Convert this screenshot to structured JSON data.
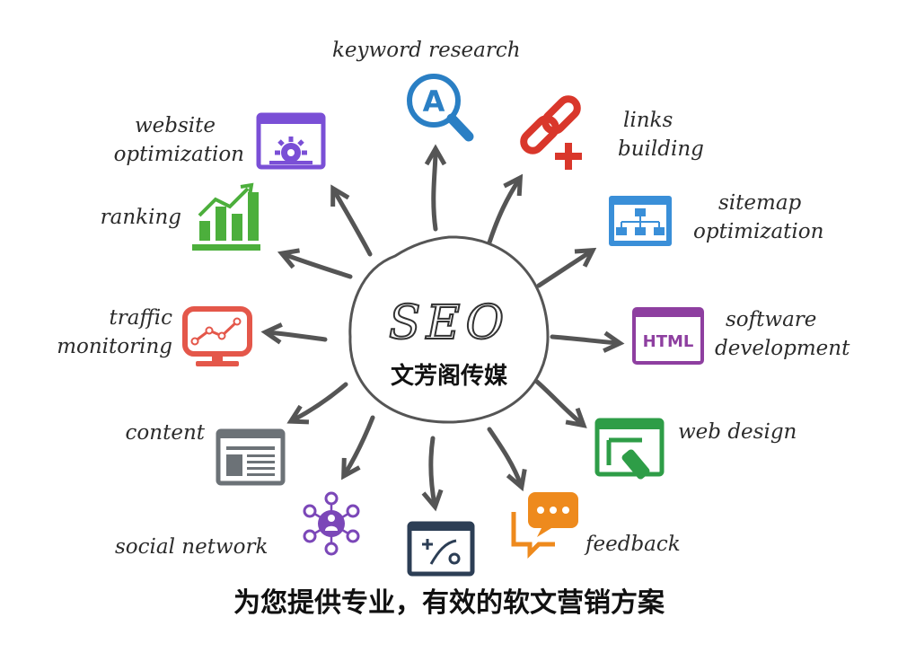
{
  "center": {
    "logo_text": "SEO",
    "brand": "文芳阁传媒"
  },
  "tagline": "为您提供专业，有效的软文营销方案",
  "nodes": {
    "keyword_research": {
      "line1": "keyword research",
      "icon": "magnifier-a-icon",
      "color": "#2a7fc4"
    },
    "links_building": {
      "line1": "links",
      "line2": "building",
      "icon": "chain-link-plus-icon",
      "color": "#d9372b"
    },
    "sitemap_optimization": {
      "line1": "sitemap",
      "line2": "optimization",
      "icon": "sitemap-icon",
      "color": "#3a8fd8"
    },
    "software_development": {
      "line1": "software",
      "line2": "development",
      "icon": "html-icon",
      "icon_text": "HTML",
      "color": "#8e3fa0"
    },
    "web_design": {
      "line1": "web design",
      "icon": "web-design-icon",
      "color": "#2e9d47"
    },
    "feedback": {
      "line1": "feedback",
      "icon": "speech-bubbles-icon",
      "color": "#ee8a1d"
    },
    "analytics": {
      "icon": "analytics-window-icon",
      "color": "#2c3e55"
    },
    "social_network": {
      "line1": "social network",
      "icon": "social-network-icon",
      "color": "#7b47b8"
    },
    "content": {
      "line1": "content",
      "icon": "content-page-icon",
      "color": "#6c7277"
    },
    "traffic_monitoring": {
      "line1": "traffic",
      "line2": "monitoring",
      "icon": "traffic-monitor-icon",
      "color": "#e4574a"
    },
    "ranking": {
      "line1": "ranking",
      "icon": "bar-chart-icon",
      "color": "#4caf3c"
    },
    "website_optimization": {
      "line1": "website",
      "line2": "optimization",
      "icon": "gear-window-icon",
      "color": "#7a4fd6"
    }
  }
}
